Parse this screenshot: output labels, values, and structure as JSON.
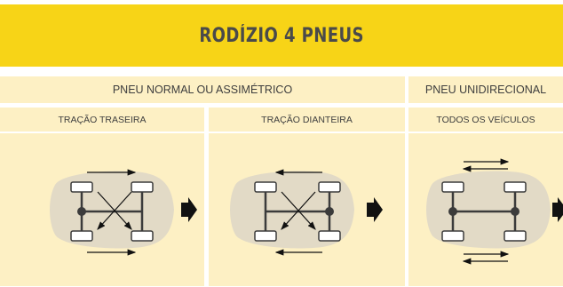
{
  "title": "RODÍZIO 4 PNEUS",
  "headers": {
    "normal": "PNEU NORMAL OU ASSIMÉTRICO",
    "unidirectional": "PNEU UNIDIRECIONAL"
  },
  "subheaders": {
    "rear": "TRAÇÃO TRASEIRA",
    "front": "TRAÇÃO DIANTEIRA",
    "all": "TODOS OS VEÍCULOS"
  },
  "diagrams": [
    {
      "name": "rear-drive",
      "drive_axle": "rear",
      "rotation": "cross-to-rear",
      "direction_arrow": "forward"
    },
    {
      "name": "front-drive",
      "drive_axle": "front",
      "rotation": "cross-to-front",
      "direction_arrow": "forward"
    },
    {
      "name": "all-vehicles",
      "drive_axle": "both",
      "rotation": "same-side-swap",
      "direction_arrow": "forward"
    }
  ],
  "colors": {
    "brand_yellow": "#f7d417",
    "panel_bg": "#fdf0c4",
    "car_silhouette": "#e2dac6",
    "axle_line": "#3b3b3b"
  }
}
